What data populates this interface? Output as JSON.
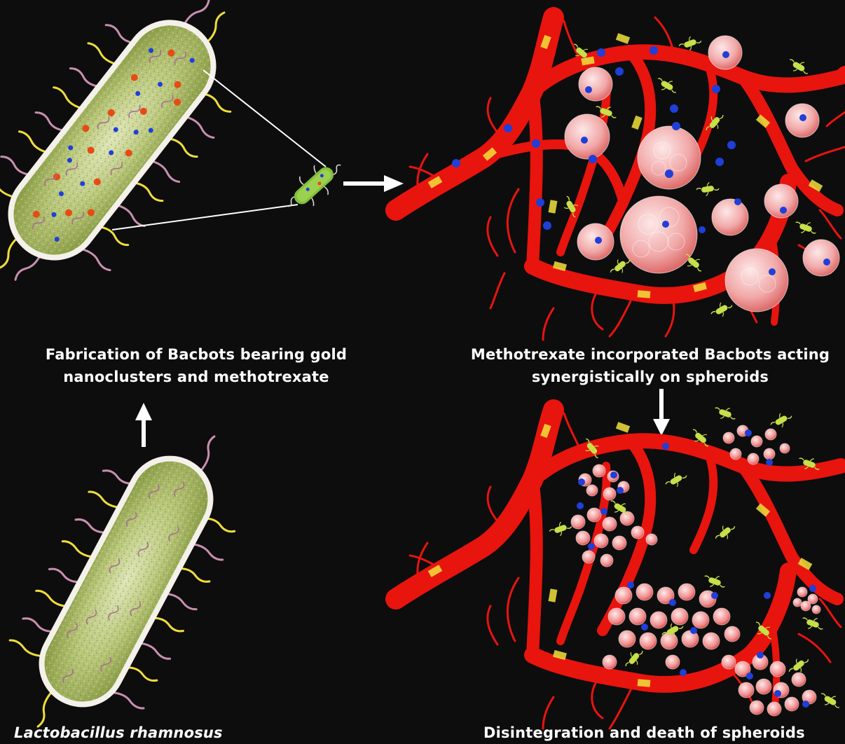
{
  "labels": {
    "fabrication": [
      "Fabrication of Bacbots bearing gold",
      "nanoclusters and methotrexate"
    ],
    "methotrexate": [
      "Methotrexate incorporated Bacbots  acting",
      "synergistically on spheroids"
    ],
    "organism": "Lactobacillus rhamnosus",
    "disintegration": "Disintegration and death of spheroids"
  },
  "colors": {
    "background": "#0d0d0d",
    "vessel": "#e8140e",
    "bacbot": "#c6e04a",
    "drug_dot": "#1f3fd8",
    "spheroid": "#f2b9b9",
    "flagella_yellow": "#f0dd3a",
    "flagella_pink": "#c98fb0",
    "arrow": "#ffffff"
  },
  "icons": [
    "bacterium-large",
    "bacterium-small",
    "blood-vessel-network",
    "spheroid",
    "bacbot",
    "methotrexate-dot",
    "arrow-right",
    "arrow-up",
    "arrow-down"
  ]
}
